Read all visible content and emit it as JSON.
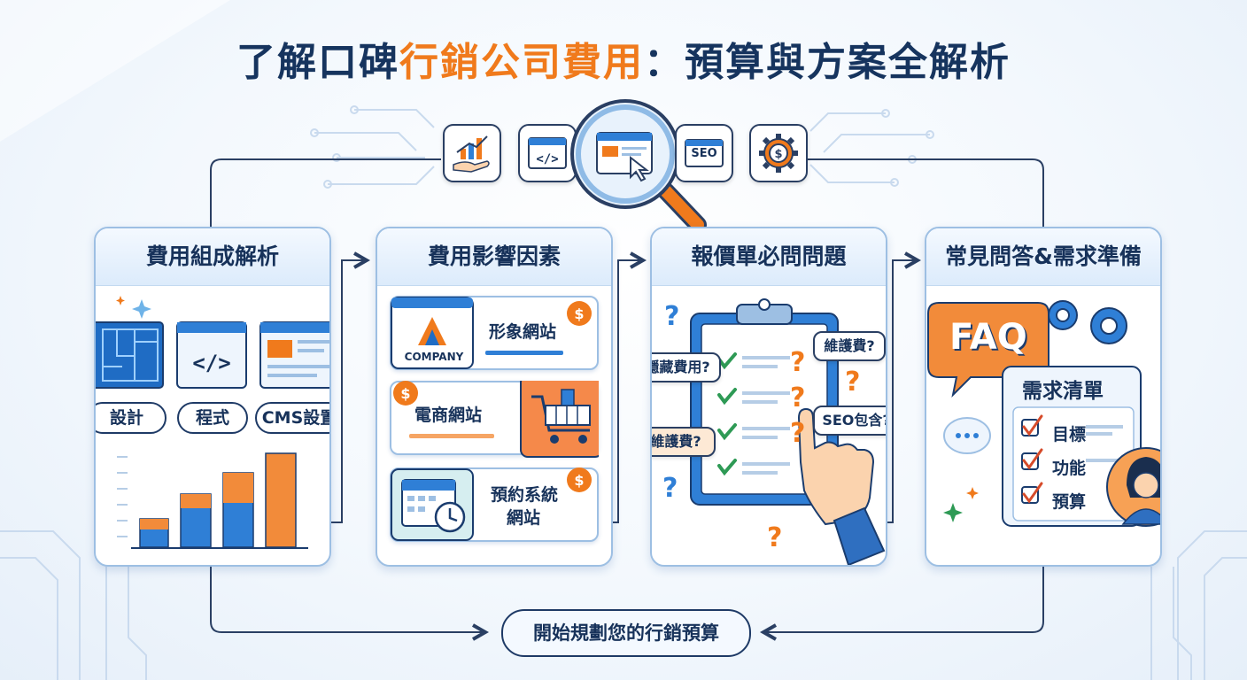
{
  "title": {
    "part1": "了解口碑",
    "highlight": "行銷公司費用",
    "part2": "：預算與方案全解析"
  },
  "tools": [
    {
      "icon": "growth-hand-icon"
    },
    {
      "icon": "code-window-icon"
    },
    {
      "icon": "magnifier-webpage-icon"
    },
    {
      "icon": "seo-window-icon",
      "label": "SEO"
    },
    {
      "icon": "dollar-gear-icon"
    }
  ],
  "cards": [
    {
      "title": "費用組成解析",
      "pills": [
        "設計",
        "程式",
        "CMS設置"
      ]
    },
    {
      "title": "費用影響因素",
      "items": [
        {
          "label": "形象網站",
          "logo_text": "COMPANY"
        },
        {
          "label": "電商網站"
        },
        {
          "label_line1": "預約系統",
          "label_line2": "網站"
        }
      ]
    },
    {
      "title": "報價單必問問題",
      "bubbles": [
        "隱藏費用?",
        "維護費?",
        "SEO包含?",
        "維護費?"
      ]
    },
    {
      "title": "常見問答&需求準備",
      "faq": "FAQ",
      "checklist_title": "需求清單",
      "checklist": [
        "目標",
        "功能",
        "預算"
      ]
    }
  ],
  "cta": "開始規劃您的行銷預算",
  "colors": {
    "navy": "#17325a",
    "orange": "#f07a1c",
    "blue": "#2f7fd6",
    "green": "#2e9a55",
    "border": "#9dbfe3"
  }
}
